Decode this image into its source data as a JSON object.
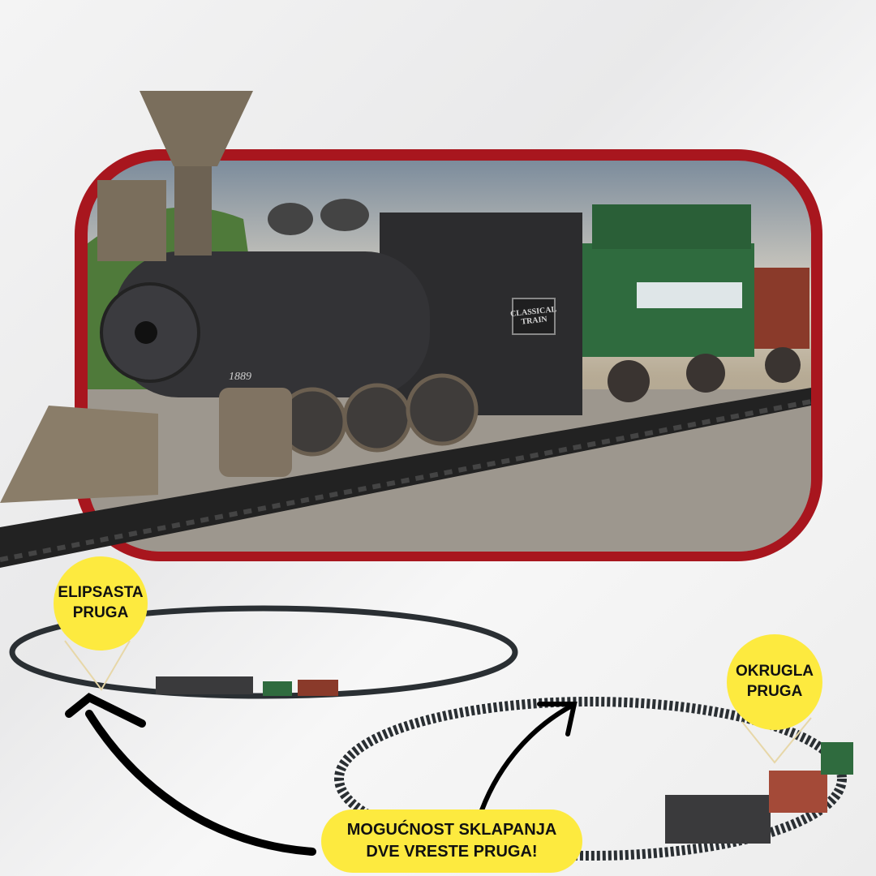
{
  "labels": {
    "elliptical_track": {
      "line1": "ELIPSASTA",
      "line2": "PRUGA"
    },
    "round_track": {
      "line1": "OKRUGLA",
      "line2": "PRUGA"
    },
    "assembly_note": {
      "line1": "MOGUĆNOST SKLAPANJA",
      "line2": "DVE VRESTE PRUGA!"
    }
  },
  "locomotive_markings": {
    "plate": "CLASSICAL TRAIN",
    "year": "1889"
  },
  "colors": {
    "frame": "#a8161e",
    "bubble": "#fdea3f",
    "carriage": "#2f6b3e",
    "locomotive": "#2c2c2e"
  }
}
